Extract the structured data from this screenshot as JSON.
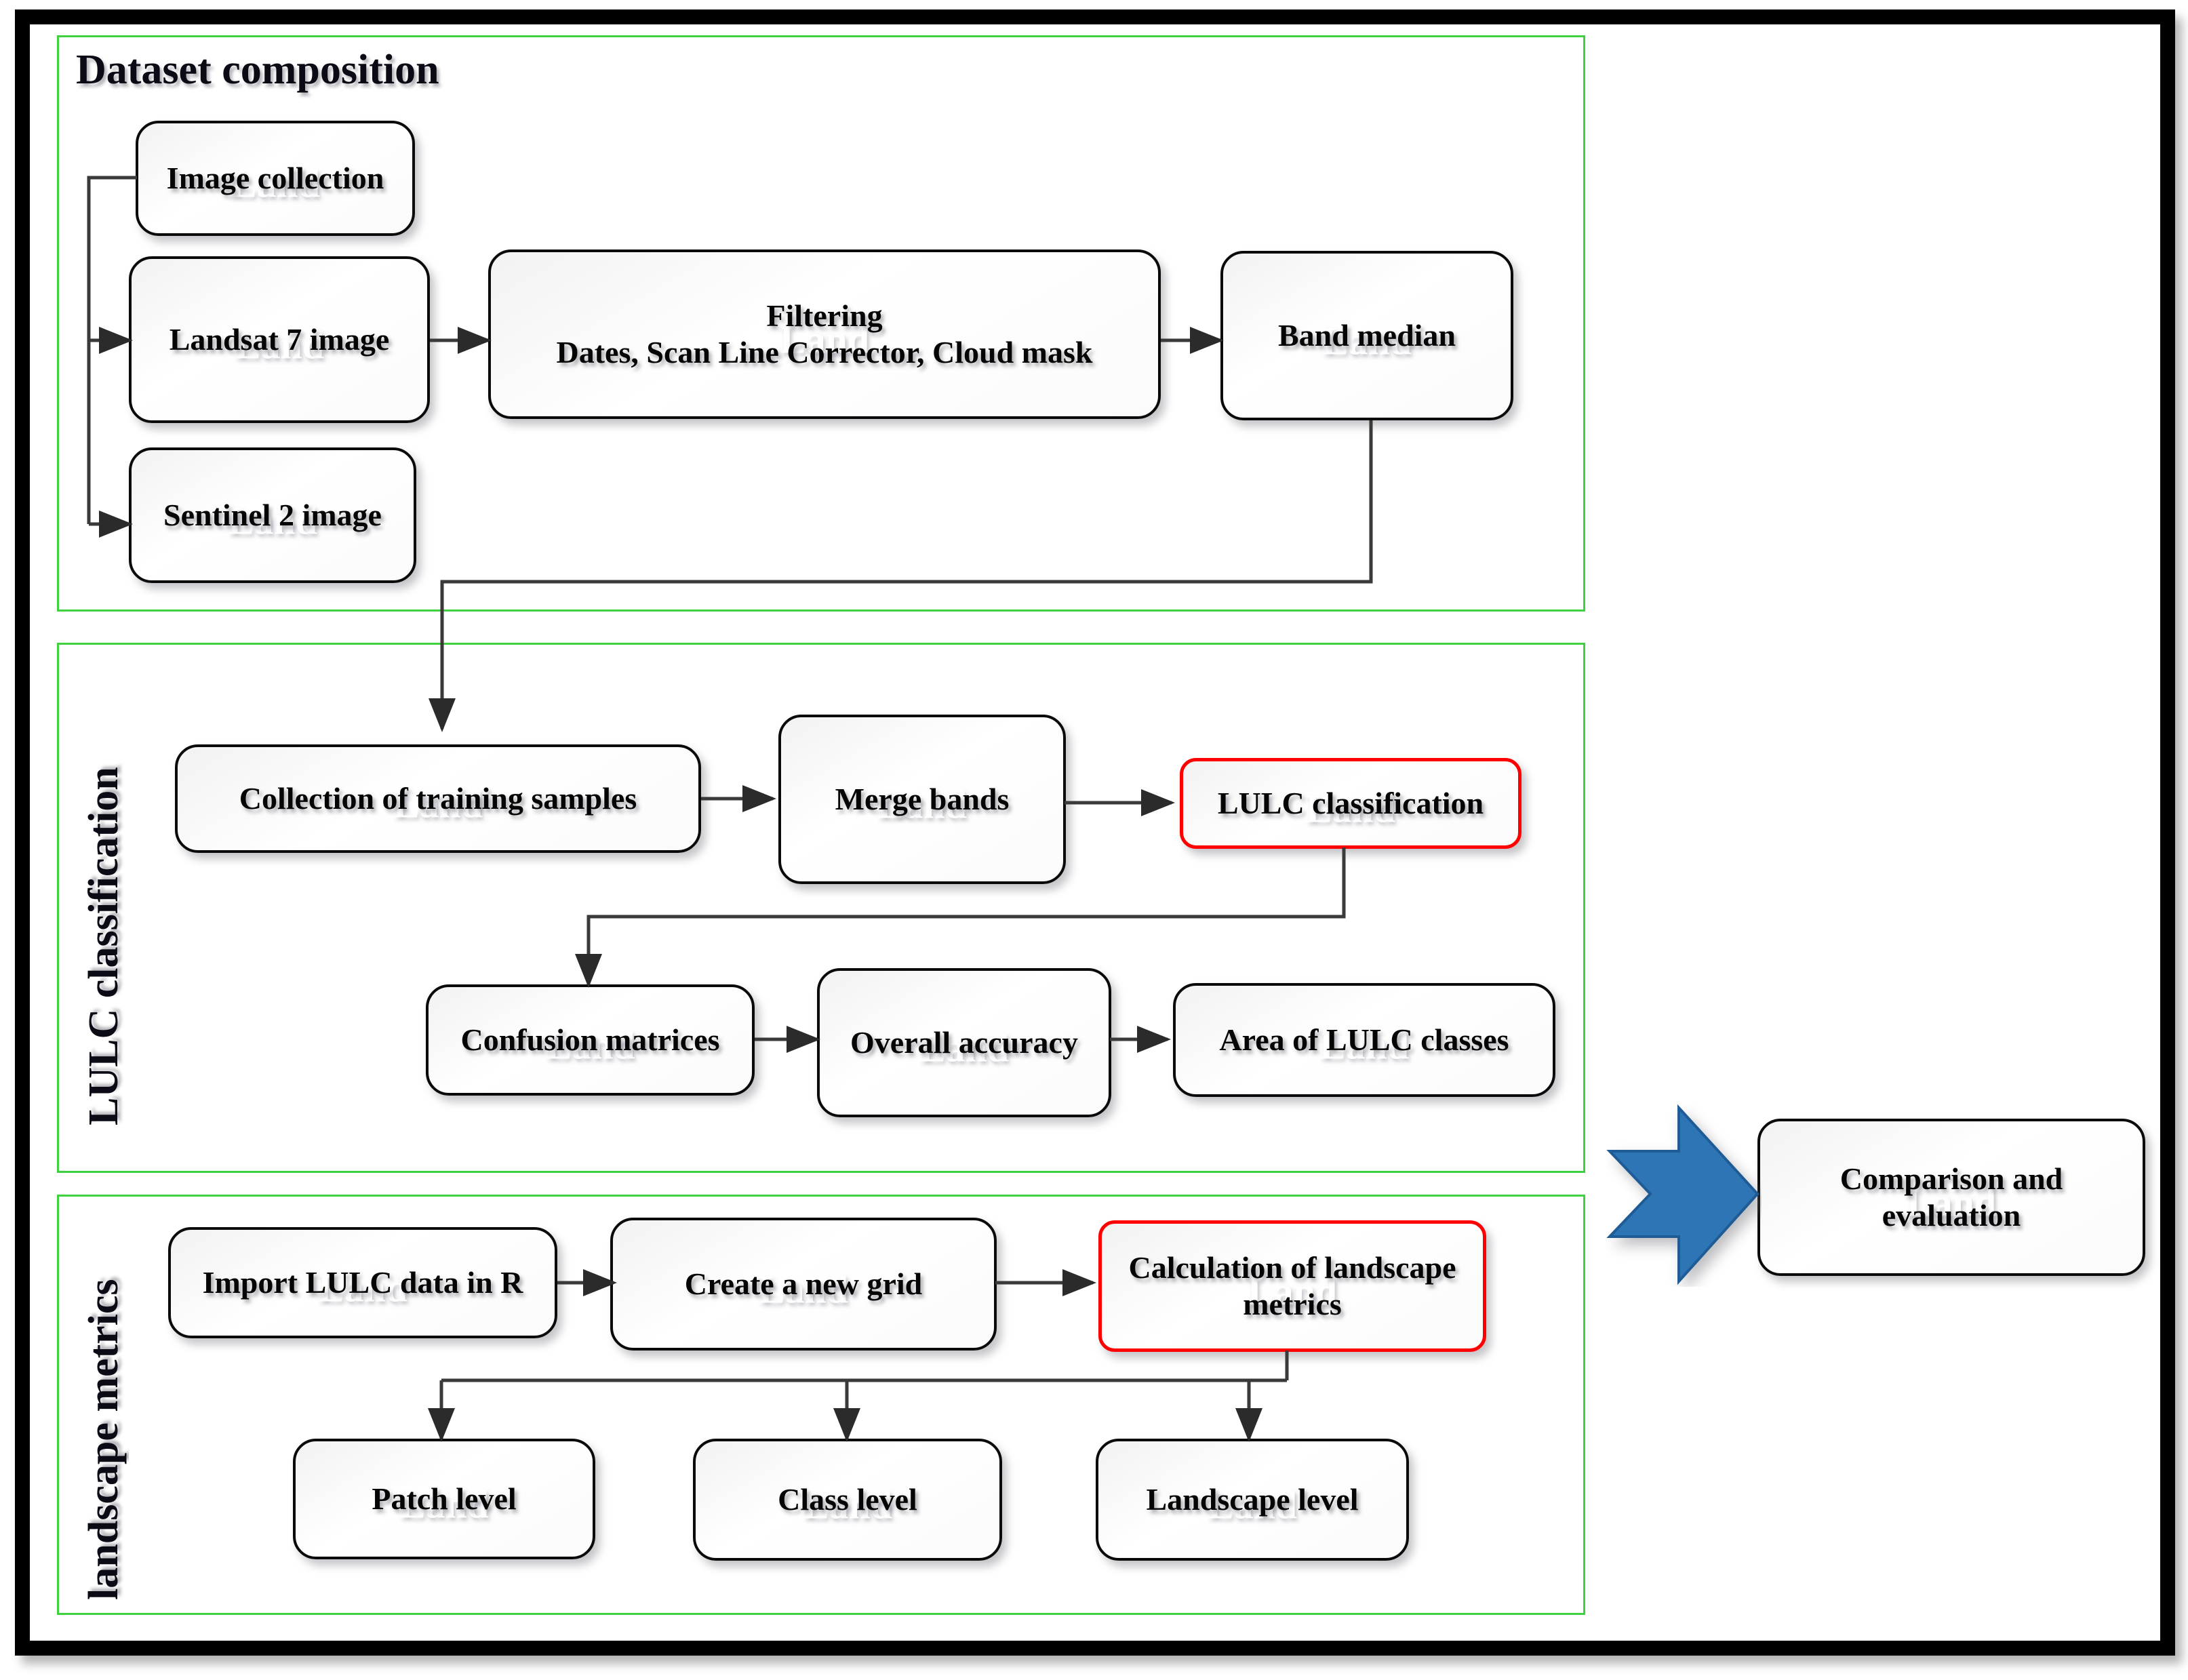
{
  "figure": {
    "watermark_text": "Land",
    "accent_green": "#3FD13F",
    "accent_red": "#FF0000",
    "accent_blue": "#2E75B6",
    "frame_color": "#000000"
  },
  "sections": [
    {
      "id": "dataset",
      "title": "Dataset composition",
      "orientation": "horizontal"
    },
    {
      "id": "lulc",
      "title": "LULC classification",
      "orientation": "vertical"
    },
    {
      "id": "metrics",
      "title": "landscape metrics",
      "orientation": "vertical"
    }
  ],
  "nodes": {
    "image_collection": "Image collection",
    "landsat7": "Landsat 7 image",
    "sentinel2": "Sentinel 2 image",
    "filtering_line1": "Filtering",
    "filtering_line2": "Dates, Scan Line Corrector, Cloud mask",
    "band_median": "Band median",
    "training_samples": "Collection  of training samples",
    "merge_bands": "Merge bands",
    "lulc_classification": "LULC classification",
    "confusion_matrices": "Confusion matrices",
    "overall_accuracy": "Overall accuracy",
    "area_classes": "Area of LULC classes",
    "import_lulc": "Import LULC data in R",
    "create_grid": "Create a new grid",
    "calc_metrics_line1": "Calculation of landscape",
    "calc_metrics_line2": "metrics",
    "patch_level": "Patch level",
    "class_level": "Class level",
    "landscape_level": "Landscape level",
    "comparison_line1": "Comparison  and",
    "comparison_line2": "evaluation"
  }
}
